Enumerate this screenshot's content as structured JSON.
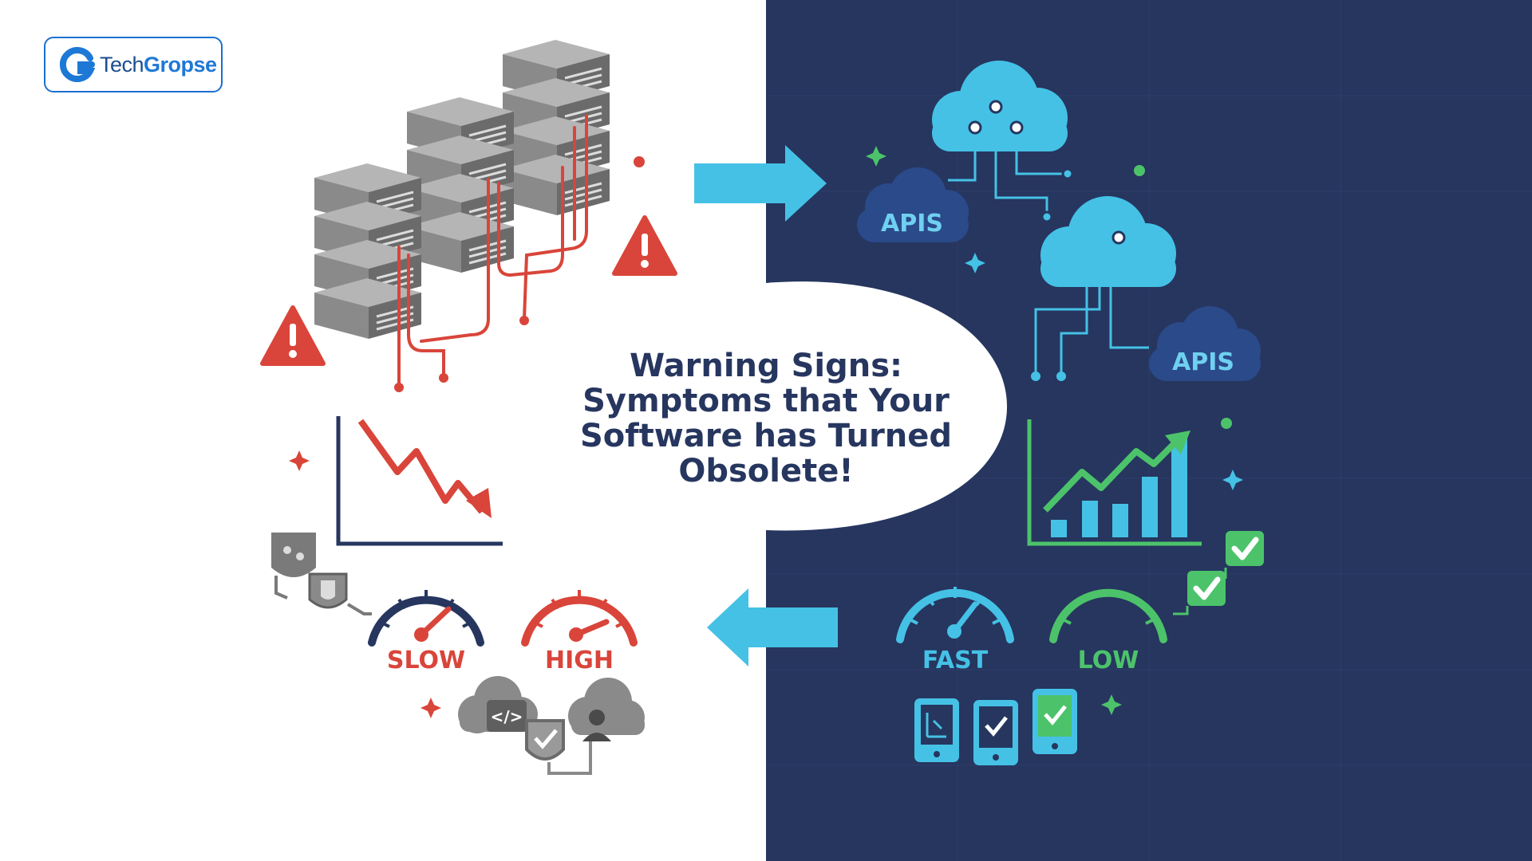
{
  "logo": {
    "part1": "Tech",
    "part2": "Gropse"
  },
  "headline": [
    "Warning Signs:",
    "Symptoms that Your",
    "Software has Turned",
    "Obsolete!"
  ],
  "labels": {
    "apis": "APIS",
    "slow": "SLOW",
    "high": "HIGH",
    "fast": "FAST",
    "low": "LOW"
  },
  "colors": {
    "navy_panel": "#26365f",
    "warning_red": "#d9453a",
    "sky_blue": "#45c1e6",
    "green": "#4cc36a",
    "server_gray": "#8a8a8a",
    "headline_text": "#26365f"
  },
  "icons": [
    "server-rack-icon",
    "warning-triangle-icon",
    "arrow-right-icon",
    "arrow-left-icon",
    "cloud-icon",
    "declining-chart-icon",
    "growth-chart-icon",
    "gauge-icon",
    "shield-icon",
    "checkmark-icon",
    "tablet-icon",
    "user-group-icon",
    "sparkle-icon"
  ]
}
